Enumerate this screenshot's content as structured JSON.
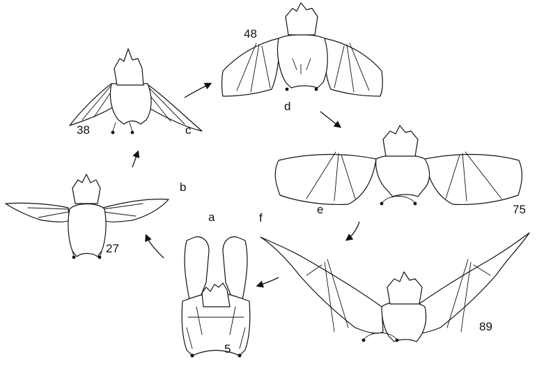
{
  "panels": [
    {
      "letter": "a",
      "age": "5"
    },
    {
      "letter": "b",
      "age": "27"
    },
    {
      "letter": "c",
      "age": "38"
    },
    {
      "letter": "d",
      "age": "48"
    },
    {
      "letter": "e",
      "age": "75"
    },
    {
      "letter": "f",
      "age": "89"
    }
  ]
}
